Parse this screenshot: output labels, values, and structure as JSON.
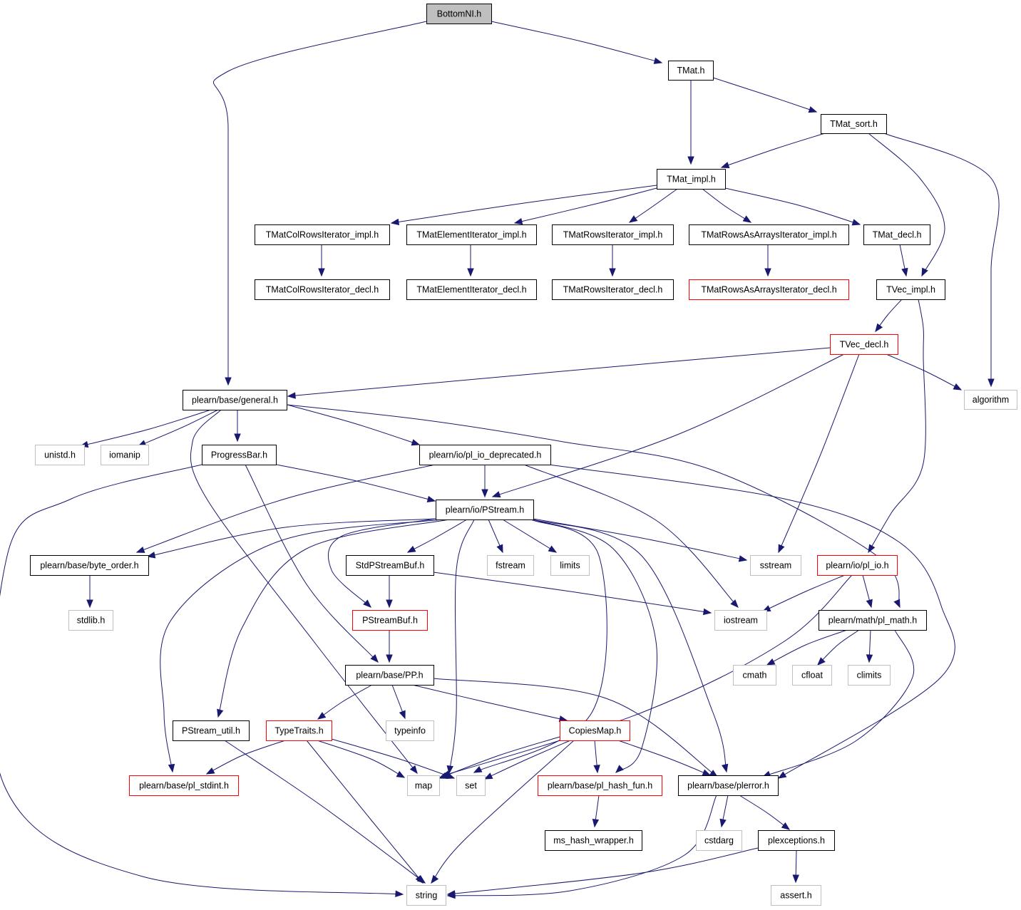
{
  "title": "BottomNI.h",
  "colors": {
    "edge": "#191970",
    "root_fill": "#bfbfbf",
    "normal_border": "#000000",
    "truncated_border": "#ff0000",
    "external_border": "#bfbfbf"
  },
  "nodes": [
    {
      "id": "bottomni",
      "label": "BottomNI.h",
      "kind": "root"
    },
    {
      "id": "tmat",
      "label": "TMat.h",
      "kind": "normal"
    },
    {
      "id": "tmat_sort",
      "label": "TMat_sort.h",
      "kind": "normal"
    },
    {
      "id": "tmat_impl",
      "label": "TMat_impl.h",
      "kind": "normal"
    },
    {
      "id": "colrows_impl",
      "label": "TMatColRowsIterator_impl.h",
      "kind": "normal"
    },
    {
      "id": "elem_impl",
      "label": "TMatElementIterator_impl.h",
      "kind": "normal"
    },
    {
      "id": "rows_impl",
      "label": "TMatRowsIterator_impl.h",
      "kind": "normal"
    },
    {
      "id": "rowsarr_impl",
      "label": "TMatRowsAsArraysIterator_impl.h",
      "kind": "normal"
    },
    {
      "id": "tmat_decl",
      "label": "TMat_decl.h",
      "kind": "normal"
    },
    {
      "id": "colrows_decl",
      "label": "TMatColRowsIterator_decl.h",
      "kind": "normal"
    },
    {
      "id": "elem_decl",
      "label": "TMatElementIterator_decl.h",
      "kind": "normal"
    },
    {
      "id": "rows_decl",
      "label": "TMatRowsIterator_decl.h",
      "kind": "normal"
    },
    {
      "id": "rowsarr_decl",
      "label": "TMatRowsAsArraysIterator_decl.h",
      "kind": "truncated"
    },
    {
      "id": "tvec_impl",
      "label": "TVec_impl.h",
      "kind": "normal"
    },
    {
      "id": "tvec_decl",
      "label": "TVec_decl.h",
      "kind": "truncated"
    },
    {
      "id": "general",
      "label": "plearn/base/general.h",
      "kind": "normal"
    },
    {
      "id": "algorithm",
      "label": "algorithm",
      "kind": "external"
    },
    {
      "id": "unistd",
      "label": "unistd.h",
      "kind": "external"
    },
    {
      "id": "iomanip",
      "label": "iomanip",
      "kind": "external"
    },
    {
      "id": "progressbar",
      "label": "ProgressBar.h",
      "kind": "normal"
    },
    {
      "id": "pl_io_dep",
      "label": "plearn/io/pl_io_deprecated.h",
      "kind": "normal"
    },
    {
      "id": "pstream",
      "label": "plearn/io/PStream.h",
      "kind": "normal"
    },
    {
      "id": "byte_order",
      "label": "plearn/base/byte_order.h",
      "kind": "normal"
    },
    {
      "id": "stdpstreambuf",
      "label": "StdPStreamBuf.h",
      "kind": "normal"
    },
    {
      "id": "fstream",
      "label": "fstream",
      "kind": "external"
    },
    {
      "id": "limits",
      "label": "limits",
      "kind": "external"
    },
    {
      "id": "sstream",
      "label": "sstream",
      "kind": "external"
    },
    {
      "id": "pl_io",
      "label": "plearn/io/pl_io.h",
      "kind": "truncated"
    },
    {
      "id": "stdlib",
      "label": "stdlib.h",
      "kind": "external"
    },
    {
      "id": "pstreambuf",
      "label": "PStreamBuf.h",
      "kind": "truncated"
    },
    {
      "id": "iostream",
      "label": "iostream",
      "kind": "external"
    },
    {
      "id": "pl_math",
      "label": "plearn/math/pl_math.h",
      "kind": "normal"
    },
    {
      "id": "pp",
      "label": "plearn/base/PP.h",
      "kind": "normal"
    },
    {
      "id": "cmath",
      "label": "cmath",
      "kind": "external"
    },
    {
      "id": "cfloat",
      "label": "cfloat",
      "kind": "external"
    },
    {
      "id": "climits",
      "label": "climits",
      "kind": "external"
    },
    {
      "id": "pstream_util",
      "label": "PStream_util.h",
      "kind": "normal"
    },
    {
      "id": "typetraits",
      "label": "TypeTraits.h",
      "kind": "truncated"
    },
    {
      "id": "typeinfo",
      "label": "typeinfo",
      "kind": "external"
    },
    {
      "id": "copiesmap",
      "label": "CopiesMap.h",
      "kind": "truncated"
    },
    {
      "id": "pl_stdint",
      "label": "plearn/base/pl_stdint.h",
      "kind": "truncated"
    },
    {
      "id": "map",
      "label": "map",
      "kind": "external"
    },
    {
      "id": "set",
      "label": "set",
      "kind": "external"
    },
    {
      "id": "pl_hash_fun",
      "label": "plearn/base/pl_hash_fun.h",
      "kind": "truncated"
    },
    {
      "id": "plerror",
      "label": "plearn/base/plerror.h",
      "kind": "normal"
    },
    {
      "id": "ms_hash",
      "label": "ms_hash_wrapper.h",
      "kind": "normal"
    },
    {
      "id": "cstdarg",
      "label": "cstdarg",
      "kind": "external"
    },
    {
      "id": "plexceptions",
      "label": "plexceptions.h",
      "kind": "normal"
    },
    {
      "id": "string",
      "label": "string",
      "kind": "external"
    },
    {
      "id": "assert",
      "label": "assert.h",
      "kind": "external"
    }
  ],
  "edges": [
    [
      "bottomni",
      "tmat"
    ],
    [
      "bottomni",
      "general"
    ],
    [
      "tmat",
      "tmat_impl"
    ],
    [
      "tmat",
      "tmat_sort"
    ],
    [
      "tmat_sort",
      "tmat_impl"
    ],
    [
      "tmat_sort",
      "tvec_impl"
    ],
    [
      "tmat_sort",
      "algorithm"
    ],
    [
      "tmat_impl",
      "colrows_impl"
    ],
    [
      "tmat_impl",
      "elem_impl"
    ],
    [
      "tmat_impl",
      "rows_impl"
    ],
    [
      "tmat_impl",
      "rowsarr_impl"
    ],
    [
      "tmat_impl",
      "tmat_decl"
    ],
    [
      "colrows_impl",
      "colrows_decl"
    ],
    [
      "elem_impl",
      "elem_decl"
    ],
    [
      "rows_impl",
      "rows_decl"
    ],
    [
      "rowsarr_impl",
      "rowsarr_decl"
    ],
    [
      "tmat_decl",
      "tvec_impl"
    ],
    [
      "tvec_impl",
      "tvec_decl"
    ],
    [
      "tvec_impl",
      "pl_io"
    ],
    [
      "tvec_decl",
      "general"
    ],
    [
      "tvec_decl",
      "algorithm"
    ],
    [
      "tvec_decl",
      "pstream"
    ],
    [
      "tvec_decl",
      "sstream"
    ],
    [
      "general",
      "unistd"
    ],
    [
      "general",
      "iomanip"
    ],
    [
      "general",
      "progressbar"
    ],
    [
      "general",
      "pl_io_dep"
    ],
    [
      "general",
      "map"
    ],
    [
      "general",
      "pl_math"
    ],
    [
      "progressbar",
      "string"
    ],
    [
      "progressbar",
      "pstream"
    ],
    [
      "progressbar",
      "pp"
    ],
    [
      "pl_io_dep",
      "pstream"
    ],
    [
      "pl_io_dep",
      "byte_order"
    ],
    [
      "pl_io_dep",
      "iostream"
    ],
    [
      "pl_io_dep",
      "plerror"
    ],
    [
      "pstream",
      "byte_order"
    ],
    [
      "pstream",
      "stdpstreambuf"
    ],
    [
      "pstream",
      "pstreambuf"
    ],
    [
      "pstream",
      "fstream"
    ],
    [
      "pstream",
      "limits"
    ],
    [
      "pstream",
      "sstream"
    ],
    [
      "pstream",
      "map"
    ],
    [
      "pstream",
      "set"
    ],
    [
      "pstream",
      "pl_hash_fun"
    ],
    [
      "pstream",
      "plerror"
    ],
    [
      "pstream",
      "pl_stdint"
    ],
    [
      "pstream",
      "pstream_util"
    ],
    [
      "byte_order",
      "stdlib"
    ],
    [
      "stdpstreambuf",
      "pstreambuf"
    ],
    [
      "stdpstreambuf",
      "iostream"
    ],
    [
      "pstreambuf",
      "pp"
    ],
    [
      "pl_io",
      "iostream"
    ],
    [
      "pl_io",
      "pl_math"
    ],
    [
      "pl_io",
      "map"
    ],
    [
      "pl_math",
      "cmath"
    ],
    [
      "pl_math",
      "cfloat"
    ],
    [
      "pl_math",
      "climits"
    ],
    [
      "pl_math",
      "plerror"
    ],
    [
      "pp",
      "typetraits"
    ],
    [
      "pp",
      "typeinfo"
    ],
    [
      "pp",
      "copiesmap"
    ],
    [
      "pp",
      "plerror"
    ],
    [
      "pstream_util",
      "string"
    ],
    [
      "typetraits",
      "pl_stdint"
    ],
    [
      "typetraits",
      "map"
    ],
    [
      "typetraits",
      "set"
    ],
    [
      "typetraits",
      "string"
    ],
    [
      "copiesmap",
      "map"
    ],
    [
      "copiesmap",
      "set"
    ],
    [
      "copiesmap",
      "pl_hash_fun"
    ],
    [
      "copiesmap",
      "plerror"
    ],
    [
      "copiesmap",
      "string"
    ],
    [
      "pl_hash_fun",
      "ms_hash"
    ],
    [
      "plerror",
      "cstdarg"
    ],
    [
      "plerror",
      "plexceptions"
    ],
    [
      "plerror",
      "string"
    ],
    [
      "plexceptions",
      "string"
    ],
    [
      "plexceptions",
      "assert"
    ]
  ]
}
